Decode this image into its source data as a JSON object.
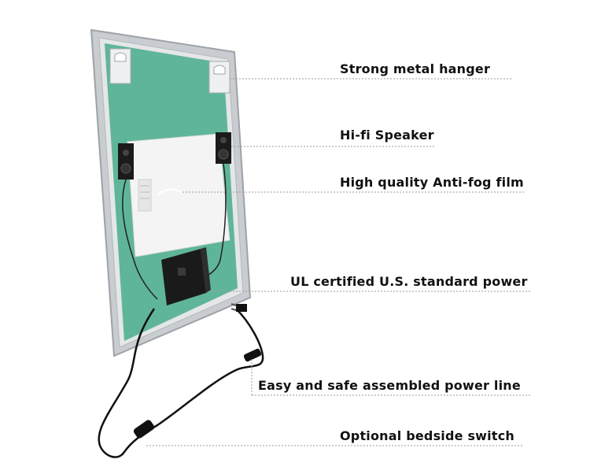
{
  "callouts": [
    {
      "text": "Strong metal hanger"
    },
    {
      "text": "Hi-fi Speaker"
    },
    {
      "text": "High quality Anti-fog film"
    },
    {
      "text": "UL certified U.S. standard power"
    },
    {
      "text": "Easy and safe assembled power line"
    },
    {
      "text": "Optional bedside switch"
    }
  ],
  "colors": {
    "frame": "#c9ccd0",
    "backing": "#5fb59a",
    "film": "#f4f4f4",
    "speaker": "#1b1b1b",
    "cable": "#111111",
    "leader": "#9a9a9a"
  }
}
